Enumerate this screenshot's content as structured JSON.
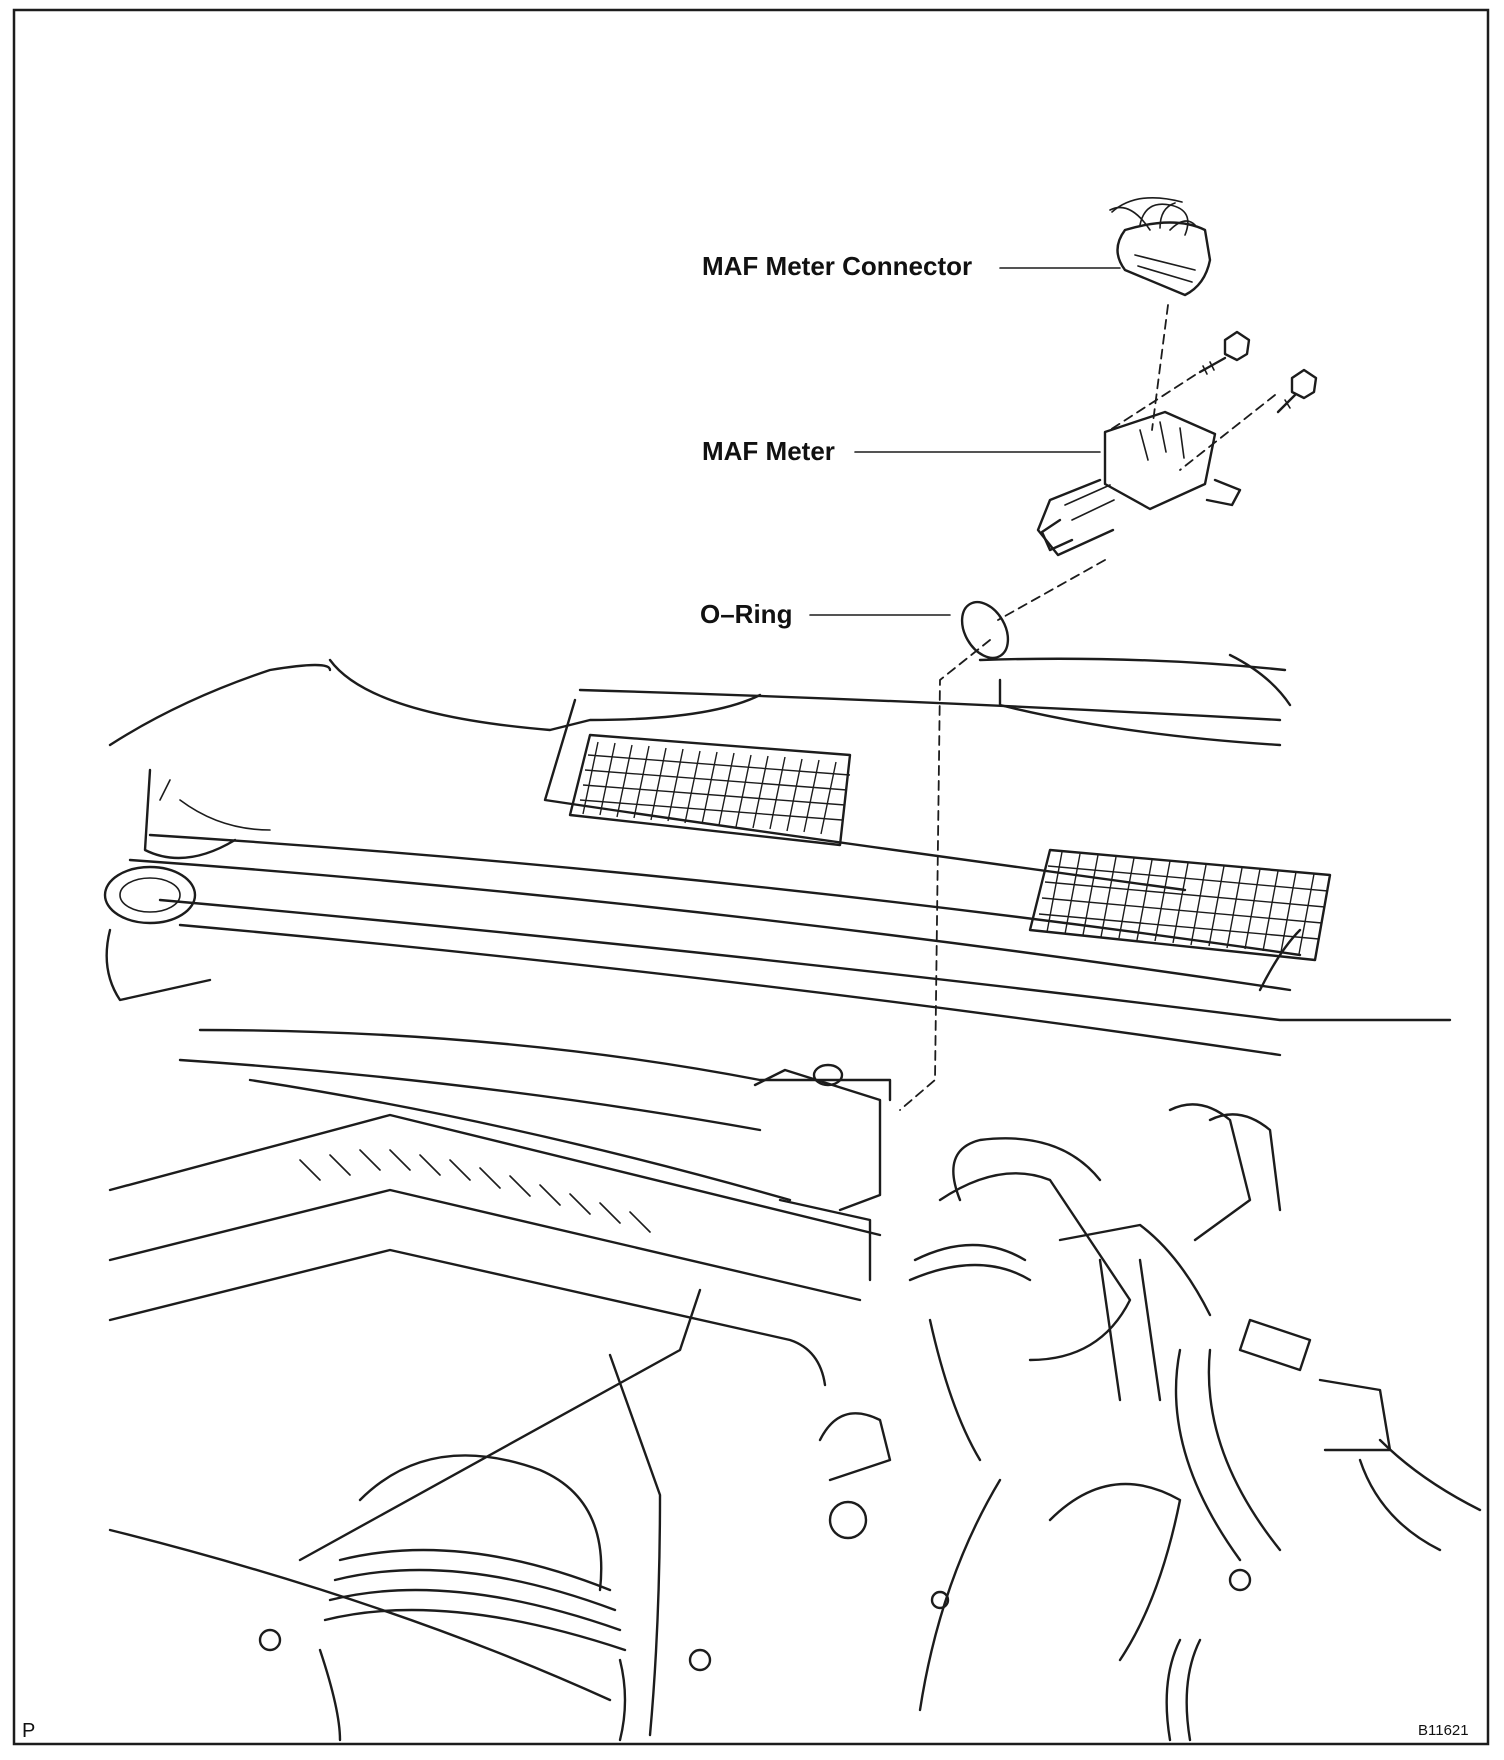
{
  "labels": {
    "maf_connector": "MAF Meter Connector",
    "maf_meter": "MAF Meter",
    "o_ring": "O–Ring"
  },
  "footer": {
    "left_code": "P",
    "figure_code": "B11621"
  }
}
